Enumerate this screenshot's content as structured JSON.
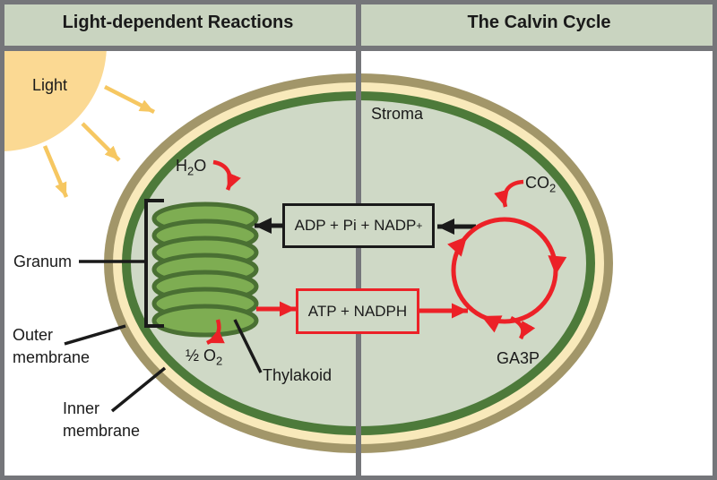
{
  "header": {
    "left_title": "Light-dependent Reactions",
    "right_title": "The Calvin Cycle"
  },
  "labels": {
    "light": "Light",
    "stroma": "Stroma",
    "h2o": {
      "a": "H",
      "sub": "2",
      "b": "O"
    },
    "co2": {
      "a": "CO",
      "sub": "2"
    },
    "half_o2": {
      "a": "½ O",
      "sub": "2"
    },
    "ga3p": "GA3P",
    "granum": "Granum",
    "outer_membrane": {
      "line1": "Outer",
      "line2": "membrane"
    },
    "inner_membrane": {
      "line1": "Inner",
      "line2": "membrane"
    },
    "thylakoid": "Thylakoid"
  },
  "boxes": {
    "adp": {
      "text": "ADP + Pi + NADP",
      "sup": "+"
    },
    "atp": {
      "text": "ATP + NADPH"
    }
  },
  "colors": {
    "frame-gray": "#75767a",
    "header-bg": "#c9d4c0",
    "stroma-green": "#cfd9c6",
    "membrane-tan": "#a29669",
    "membrane-cream": "#f8e9ba",
    "membrane-green": "#4d7a3a",
    "disc-fill": "#7ead52",
    "disc-stroke": "#4a7033",
    "arrow-red": "#ec2127",
    "arrow-black": "#1a1a1a",
    "sun-yellow": "#fbd993",
    "ray-yellow": "#f6c761"
  }
}
